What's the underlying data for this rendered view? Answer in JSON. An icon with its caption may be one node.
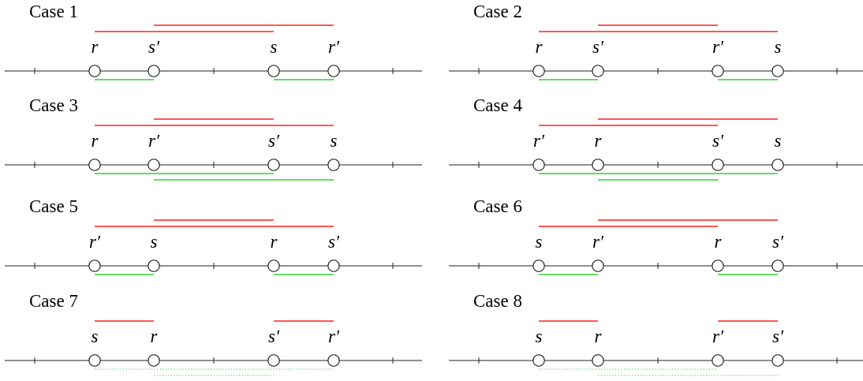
{
  "diagram": {
    "nodes": [
      {
        "text": [
          "r"
        ]
      },
      {
        "text": [
          "s′"
        ]
      },
      {
        "text": [
          "s"
        ]
      },
      {
        "text": [
          "r′"
        ]
      },
      {
        "text": [
          "r"
        ]
      },
      {
        "text": [
          "s′"
        ]
      },
      {
        "text": [
          "r′"
        ]
      },
      {
        "text": [
          "s"
        ]
      },
      {
        "text": [
          "r"
        ]
      },
      {
        "text": [
          "r′"
        ]
      },
      {
        "text": [
          "s′"
        ]
      },
      {
        "text": [
          "s"
        ]
      },
      {
        "text": [
          "r′"
        ]
      },
      {
        "text": [
          "r"
        ]
      },
      {
        "text": [
          "s′"
        ]
      },
      {
        "text": [
          "s"
        ]
      },
      {
        "text": [
          "r′"
        ]
      },
      {
        "text": [
          "s"
        ]
      },
      {
        "text": [
          "r"
        ]
      },
      {
        "text": [
          "s′"
        ]
      },
      {
        "text": [
          "s"
        ]
      },
      {
        "text": [
          "r′"
        ]
      },
      {
        "text": [
          "r"
        ]
      },
      {
        "text": [
          "s′"
        ]
      },
      {
        "text": [
          "s"
        ]
      },
      {
        "text": [
          "r"
        ]
      },
      {
        "text": [
          "s′"
        ]
      },
      {
        "text": [
          "r′"
        ]
      },
      {
        "text": [
          "s"
        ]
      },
      {
        "text": [
          "r"
        ]
      },
      {
        "text": [
          "r′"
        ]
      },
      {
        "text": [
          "s′"
        ]
      }
    ],
    "labels": [
      "Case 1",
      "Case 2",
      "Case 3",
      "Case 4",
      "Case 5",
      "Case 6",
      "Case 7",
      "Case 8"
    ]
  }
}
